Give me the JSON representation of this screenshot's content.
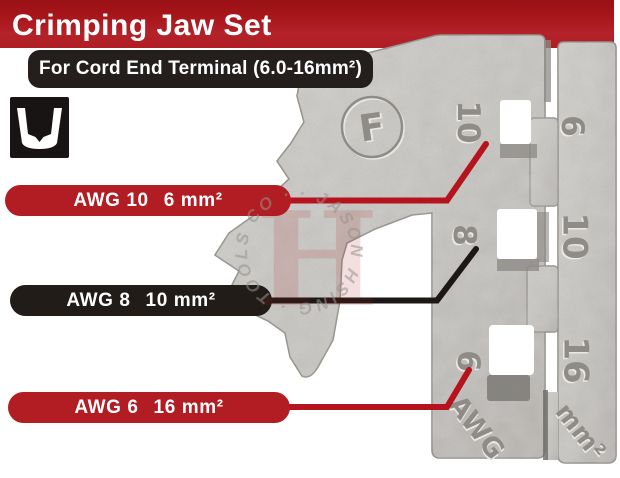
{
  "header": {
    "title": "Crimping Jaw Set",
    "subtitle": "For Cord End Terminal (6.0-16mm²)"
  },
  "icons": {
    "crimp_profile": "cord-end-crimp-cross-section"
  },
  "callouts": [
    {
      "awg": "AWG 10",
      "size": "6 mm²",
      "style": "red",
      "pill_color": "#b11d23",
      "line_color": "#b5131d"
    },
    {
      "awg": "AWG 8",
      "size": "10 mm²",
      "style": "black",
      "pill_color": "#221c19",
      "line_color": "#1d1815"
    },
    {
      "awg": "AWG 6",
      "size": "16 mm²",
      "style": "red",
      "pill_color": "#b11d23",
      "line_color": "#b5131d"
    }
  ],
  "jaw": {
    "stamp_letter": "F",
    "awg_column_values": [
      "10",
      "8",
      "6"
    ],
    "awg_column_label": "AWG",
    "mm2_column_values": [
      "6",
      "10",
      "16"
    ],
    "mm2_column_label": "mm²"
  },
  "watermark": {
    "ring_text": "· JASON HSING · TOOLS CO ·",
    "center_letter": "H"
  },
  "colors": {
    "header_red": "#b01e24",
    "header_red_dark": "#981216",
    "banner_black": "#241e1c",
    "metal_base": "#c7c5c2",
    "background": "#ffffff"
  }
}
